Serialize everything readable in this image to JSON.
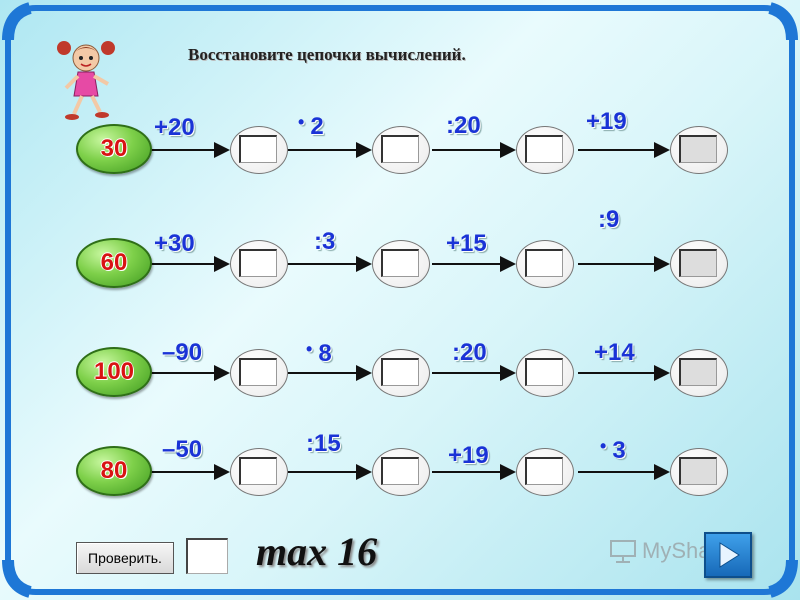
{
  "title": "Восстановите цепочки вычислений.",
  "chains": [
    {
      "start": "30",
      "ops": [
        "+20",
        "2",
        ":20",
        "+19"
      ],
      "dot": [
        false,
        true,
        false,
        false
      ]
    },
    {
      "start": "60",
      "ops": [
        "+30",
        ":3",
        "+15",
        ":9"
      ],
      "dot": [
        false,
        false,
        false,
        false
      ]
    },
    {
      "start": "100",
      "ops": [
        "–90",
        "8",
        ":20",
        "+14"
      ],
      "dot": [
        false,
        true,
        false,
        false
      ]
    },
    {
      "start": "80",
      "ops": [
        "–50",
        ":15",
        "+19",
        "3"
      ],
      "dot": [
        false,
        false,
        false,
        true
      ]
    }
  ],
  "controls": {
    "check_label": "Проверить.",
    "max_label": "max 16"
  },
  "watermark": "MyShared",
  "colors": {
    "op_text": "#1a33d6",
    "start_text": "#d81313",
    "start_fill": "#7ed04a"
  }
}
